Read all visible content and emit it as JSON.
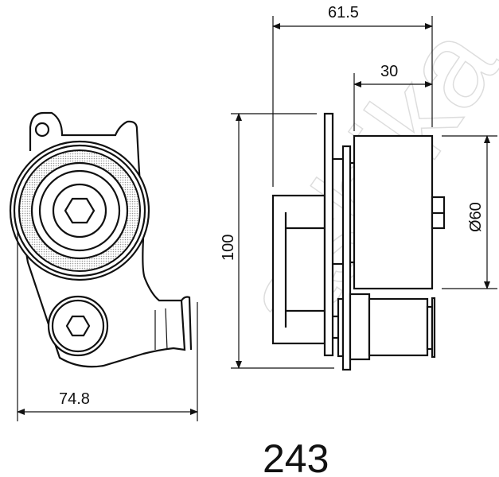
{
  "drawing": {
    "part_number": "243",
    "watermark": "ashika",
    "dimensions": {
      "overall_depth": "61.5",
      "pulley_width": "30",
      "height": "100",
      "pulley_diameter": "Ø60",
      "width": "74.8"
    }
  }
}
